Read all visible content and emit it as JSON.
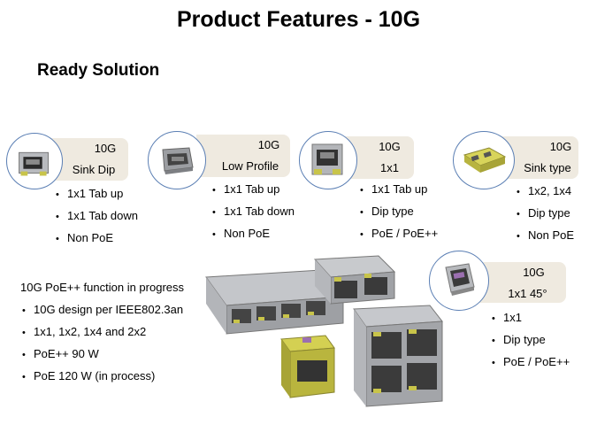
{
  "page": {
    "title": "Product Features - 10G",
    "subtitle": "Ready Solution"
  },
  "products": [
    {
      "line1": "10G",
      "line2": "Sink Dip",
      "features": [
        "1x1 Tab up",
        "1x1 Tab down",
        "Non PoE"
      ]
    },
    {
      "line1": "10G",
      "line2": "Low Profile",
      "features": [
        "1x1 Tab up",
        "1x1 Tab down",
        "Non PoE"
      ]
    },
    {
      "line1": "10G",
      "line2": "1x1",
      "features": [
        "1x1 Tab up",
        "Dip type",
        "PoE / PoE++"
      ]
    },
    {
      "line1": "10G",
      "line2": "Sink type",
      "features": [
        "1x2, 1x4",
        "Dip type",
        "Non PoE"
      ]
    },
    {
      "line1": "10G",
      "line2": "1x1 45°",
      "features": [
        "1x1",
        "Dip type",
        "PoE / PoE++"
      ]
    }
  ],
  "poe": {
    "heading": "10G PoE++ function in progress",
    "items": [
      "10G design per IEEE802.3an",
      "1x1, 1x2, 1x4 and 2x2",
      "PoE++ 90 W",
      "PoE 120 W (in process)"
    ]
  },
  "colors": {
    "label_bg": "#efeae0",
    "circle_border": "#5b7fb4",
    "connector_yellow": "#c8c44a",
    "metal_gray": "#a9abb0"
  }
}
